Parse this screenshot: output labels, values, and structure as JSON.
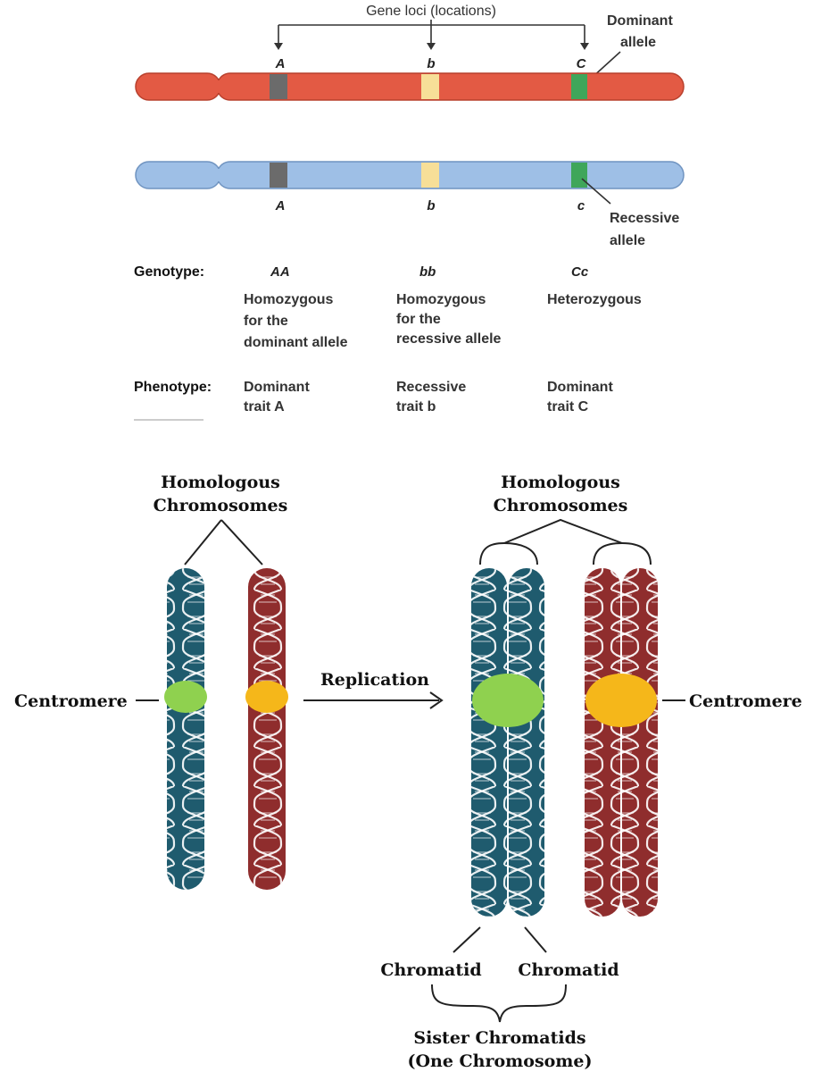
{
  "top": {
    "gene_loci_label": "Gene loci (locations)",
    "dominant_allele_label_1": "Dominant",
    "dominant_allele_label_2": "allele",
    "recessive_allele_label_1": "Recessive",
    "recessive_allele_label_2": "allele",
    "red_loci": [
      "A",
      "b",
      "C"
    ],
    "blue_loci": [
      "A",
      "b",
      "c"
    ],
    "colors": {
      "red_chromosome": "#e35a44",
      "blue_chromosome": "#9ebfe6",
      "locus_a": "#6b6b6b",
      "locus_b": "#f7df98",
      "locus_c": "#3fa65a"
    },
    "genotype_label": "Genotype:",
    "genotypes": [
      "AA",
      "bb",
      "Cc"
    ],
    "descriptions": [
      [
        "Homozygous",
        "for the",
        "dominant allele"
      ],
      [
        "Homozygous",
        "for the",
        "recessive allele"
      ],
      [
        "Heterozygous"
      ]
    ],
    "phenotype_label": "Phenotype:",
    "phenotypes": [
      [
        "Dominant",
        "trait A"
      ],
      [
        "Recessive",
        "trait b"
      ],
      [
        "Dominant",
        "trait C"
      ]
    ]
  },
  "bottom": {
    "homologous_left_1": "Homologous",
    "homologous_left_2": "Chromosomes",
    "homologous_right_1": "Homologous",
    "homologous_right_2": "Chromosomes",
    "centromere_left": "Centromere",
    "centromere_right": "Centromere",
    "replication_label": "Replication",
    "chromatid_left": "Chromatid",
    "chromatid_right": "Chromatid",
    "sister_chromatids_1": "Sister Chromatids",
    "sister_chromatids_2": "(One Chromosome)",
    "colors": {
      "teal_chromosome": "#1f5b6e",
      "maroon_chromosome": "#8f2d2d",
      "green_centromere": "#8fd14f",
      "yellow_centromere": "#f5b71a"
    }
  }
}
